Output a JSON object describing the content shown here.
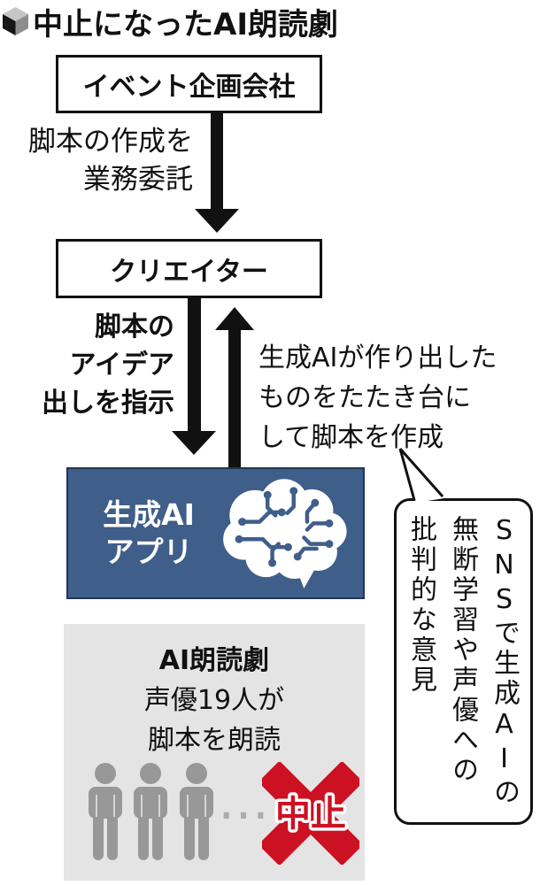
{
  "header": {
    "title": "中止になったAI朗読劇"
  },
  "flow": {
    "event_company_box": "イベント企画会社",
    "commission_lines": [
      "脚本の作成を",
      "業務委託"
    ],
    "creator_box": "クリエイター",
    "instruct_lines": [
      "脚本の",
      "アイデア",
      "出しを指示"
    ],
    "draft_lines": [
      "生成AIが作り出した",
      "ものをたたき台に",
      "して脚本を作成"
    ],
    "ai_app_lines": [
      "生成AI",
      "アプリ"
    ]
  },
  "bubble": {
    "columns": [
      "SNSで生成AIの",
      "無断学習や声優への",
      "批判的な意見"
    ]
  },
  "event": {
    "title": "AI朗読劇",
    "desc_lines": [
      "声優19人が",
      "脚本を朗読"
    ],
    "ellipsis": "…",
    "stamp": "中止"
  },
  "icons": {
    "bullet": "cube-icon",
    "ai_app": "brain-circuit-icon",
    "voice_actors": "person-icon",
    "cancelled": "x-stamp-icon"
  },
  "colors": {
    "ai_app_blue": "#3f5e8a",
    "ai_app_border": "#223550",
    "cancel_red": "#cc1123",
    "panel_gray": "#e4e4e4",
    "person_gray": "#989898",
    "ink": "#111111"
  }
}
